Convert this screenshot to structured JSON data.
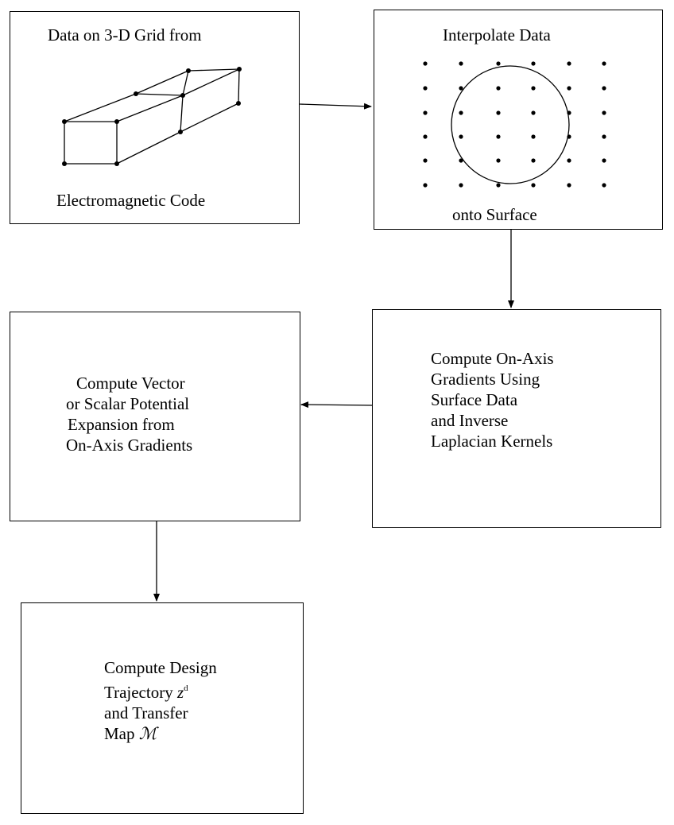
{
  "box1": {
    "top_label": "Data on 3-D Grid from",
    "bottom_label": "Electromagnetic Code"
  },
  "box2": {
    "top_label": "Interpolate Data",
    "bottom_label": "onto Surface"
  },
  "box3": {
    "lines": [
      "Compute On-Axis",
      "Gradients Using",
      "Surface Data",
      "and Inverse",
      "Laplacian Kernels"
    ]
  },
  "box4": {
    "lines": [
      "Compute Vector",
      "or Scalar Potential",
      "Expansion from",
      "On-Axis Gradients"
    ]
  },
  "box5": {
    "line1": "Compute Design",
    "line2_text": "Trajectory ",
    "line2_var": "z",
    "line2_sup": "d",
    "line3": "and Transfer",
    "line4_text": "Map ",
    "line4_symbol": "ℳ"
  }
}
